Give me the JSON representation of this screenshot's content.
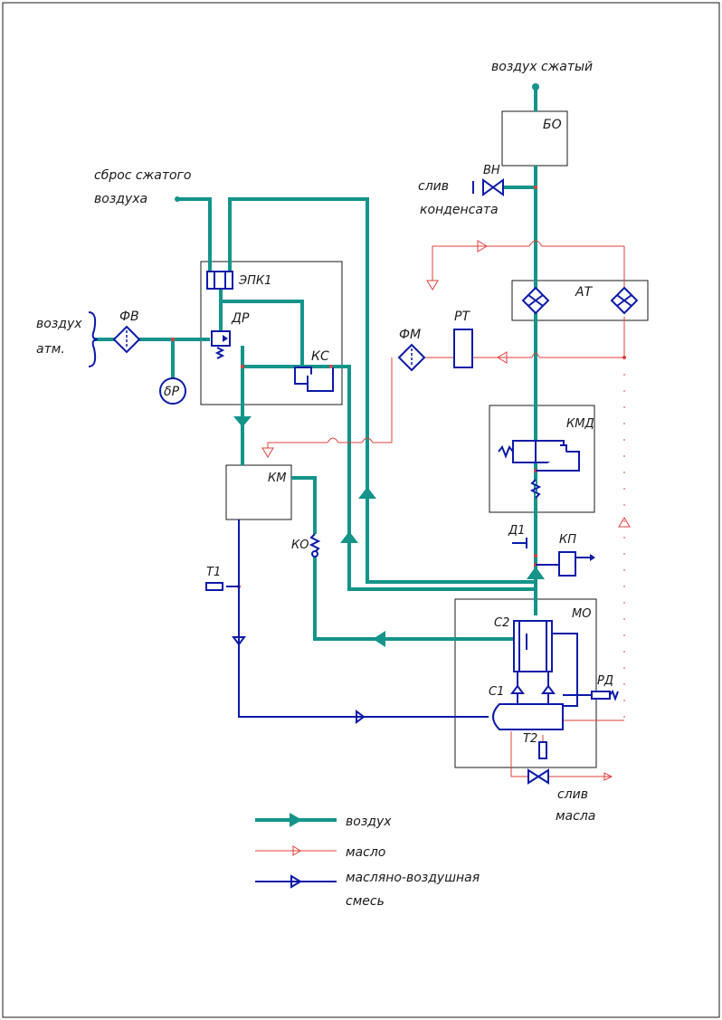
{
  "colors": {
    "air": "#14948a",
    "oil": "#e0403a",
    "mix": "#0b1aa8",
    "frame": "#1a1a1a"
  },
  "labels": {
    "compressed_air": "воздух сжатый",
    "bo": "БО",
    "vn": "ВН",
    "condensate_1": "слив",
    "condensate_2": "конденсата",
    "vent_1": "сброс сжатого",
    "vent_2": "воздуха",
    "epk1": "ЭПК1",
    "dr": "ДР",
    "ks": "КС",
    "atm_1": "воздух",
    "atm_2": "атм.",
    "fv": "ФВ",
    "dp": "δР",
    "at": "АТ",
    "fm": "ФМ",
    "rt": "РТ",
    "kmd": "КМД",
    "km": "КМ",
    "ko": "КО",
    "d1": "Д1",
    "kp": "КП",
    "t1": "Т1",
    "c2": "С2",
    "mo": "МО",
    "c1": "С1",
    "rd": "РД",
    "t2": "Т2",
    "oil_drain_1": "слив",
    "oil_drain_2": "масла"
  },
  "legend": [
    {
      "kind": "air",
      "label": "воздух"
    },
    {
      "kind": "oil",
      "label": "масло"
    },
    {
      "kind": "mix",
      "label_1": "масляно-воздушная",
      "label_2": "смесь"
    }
  ]
}
